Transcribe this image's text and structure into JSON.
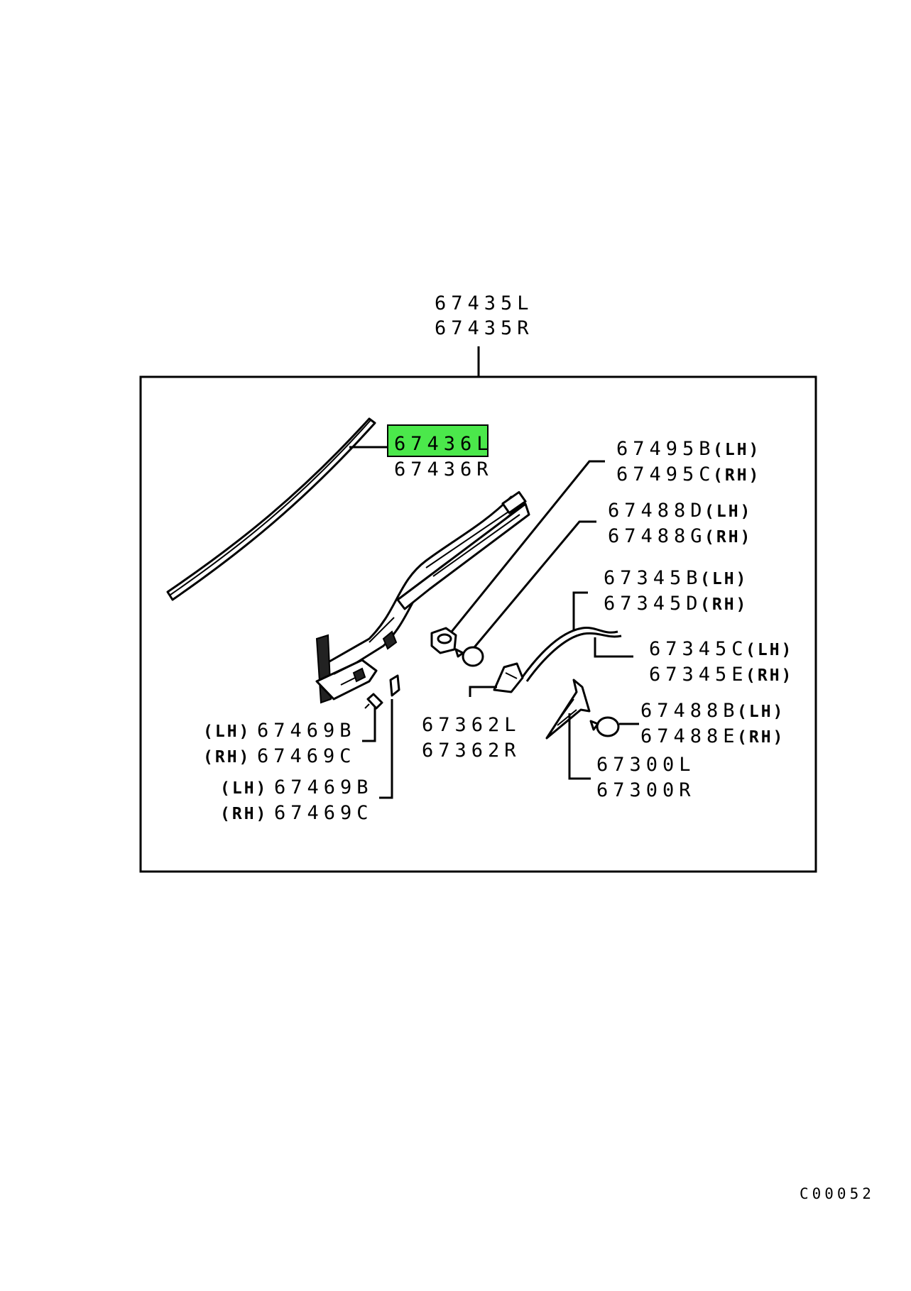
{
  "highlight_color": "#4be84b",
  "labels": {
    "top_l": "67435L",
    "top_r": "67435R",
    "strip_l": "67436L",
    "strip_r": "67436R",
    "p495_l": "67495B",
    "p495_l_sfx": "(LH)",
    "p495_r": "67495C",
    "p495_r_sfx": "(RH)",
    "p488d": "67488D",
    "p488d_sfx": "(LH)",
    "p488g": "67488G",
    "p488g_sfx": "(RH)",
    "p345b": "67345B",
    "p345b_sfx": "(LH)",
    "p345d": "67345D",
    "p345d_sfx": "(RH)",
    "p345c": "67345C",
    "p345c_sfx": "(LH)",
    "p345e": "67345E",
    "p345e_sfx": "(RH)",
    "p488b": "67488B",
    "p488b_sfx": "(LH)",
    "p488e": "67488E",
    "p488e_sfx": "(RH)",
    "p362l": "67362L",
    "p362r": "67362R",
    "p300l": "67300L",
    "p300r": "67300R",
    "p469a_pre_l": "(LH)",
    "p469a_l": "67469B",
    "p469a_pre_r": "(RH)",
    "p469a_r": "67469C",
    "p469b_pre_l": "(LH)",
    "p469b_l": "67469B",
    "p469b_pre_r": "(RH)",
    "p469b_r": "67469C",
    "code": "C00052"
  }
}
